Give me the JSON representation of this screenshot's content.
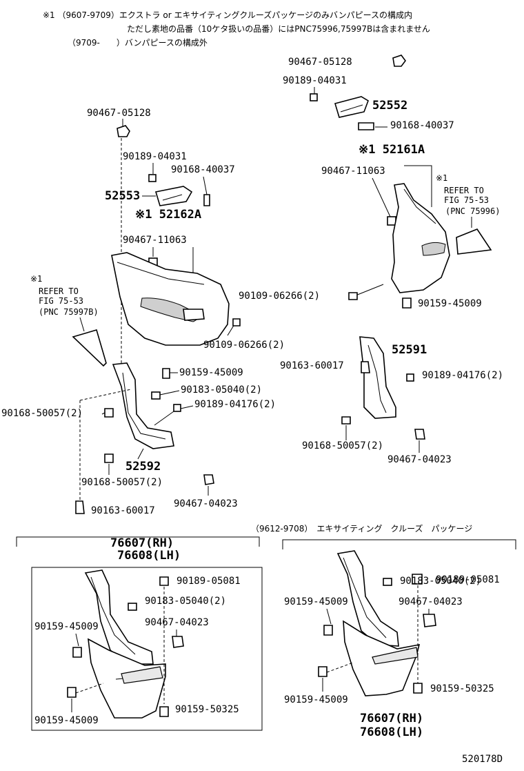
{
  "notes": {
    "line1": "※1 （9607-9709）エクストラ or エキサイティングクルーズパッケージのみバンパピースの構成内",
    "line2": "ただし素地の品番（10ケタ扱いの品番）にはPNC75996,75997Bは含まれません",
    "line3": "（9709-　　）バンパピースの構成外"
  },
  "left": {
    "p1": "90467-05128",
    "p2": "90189-04031",
    "p3": "90168-40037",
    "p4": "52553",
    "p5": "※1 52162A",
    "p6": "90467-11063",
    "p7": "90109-06266(2)",
    "p8": "90159-45009",
    "p9": "90183-05040(2)",
    "p10": "90189-04176(2)",
    "p11": "90168-50057(2)",
    "p12": "52592",
    "p13": "90168-50057(2)",
    "p14": "90467-04023",
    "p15": "90163-60017",
    "ref_mark": "※1",
    "ref1": "REFER TO",
    "ref2": "FIG 75-53",
    "ref3": "(PNC 75997B)"
  },
  "right": {
    "p1": "90467-05128",
    "p2": "90189-04031",
    "p3": "52552",
    "p4": "90168-40037",
    "p5": "※1 52161A",
    "p6": "90467-11063",
    "p7": "90109-06266(2)",
    "p8": "90159-45009",
    "p9": "52591",
    "p10": "90163-60017",
    "p11": "90189-04176(2)",
    "p12": "90168-50057(2)",
    "p13": "90467-04023",
    "ref_mark": "※1",
    "ref1": "REFER TO",
    "ref2": "FIG 75-53",
    "ref3": "(PNC 75996)"
  },
  "bottom_left": {
    "t1": "76607(RH)",
    "t2": "76608(LH)",
    "p1": "90189-05081",
    "p2": "90183-05040(2)",
    "p3": "90159-45009",
    "p4": "90467-04023",
    "p5": "90159-50325",
    "p6": "90159-45009"
  },
  "bottom_right": {
    "header": "（9612-9708）　エキサイティング　クルーズ　パッケージ",
    "p1": "90189-05081",
    "p2": "90183-05040(2)",
    "p3": "90159-45009",
    "p4": "90467-04023",
    "p5": "90159-50325",
    "p6": "90159-45009",
    "t1": "76607(RH)",
    "t2": "76608(LH)"
  },
  "figure_id": "520178D"
}
